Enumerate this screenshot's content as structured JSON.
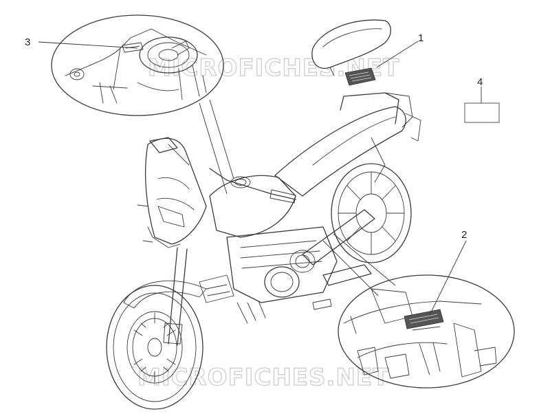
{
  "callouts": [
    {
      "id": "1",
      "label": "1"
    },
    {
      "id": "2",
      "label": "2"
    },
    {
      "id": "3",
      "label": "3"
    },
    {
      "id": "4",
      "label": "4"
    }
  ],
  "watermark": {
    "top": "MICROFICHES.NET",
    "bottom": "MICROFICHES.NET"
  },
  "colors": {
    "line": "#3a3a3a",
    "background": "#ffffff",
    "watermark": "#bdbdbd"
  }
}
